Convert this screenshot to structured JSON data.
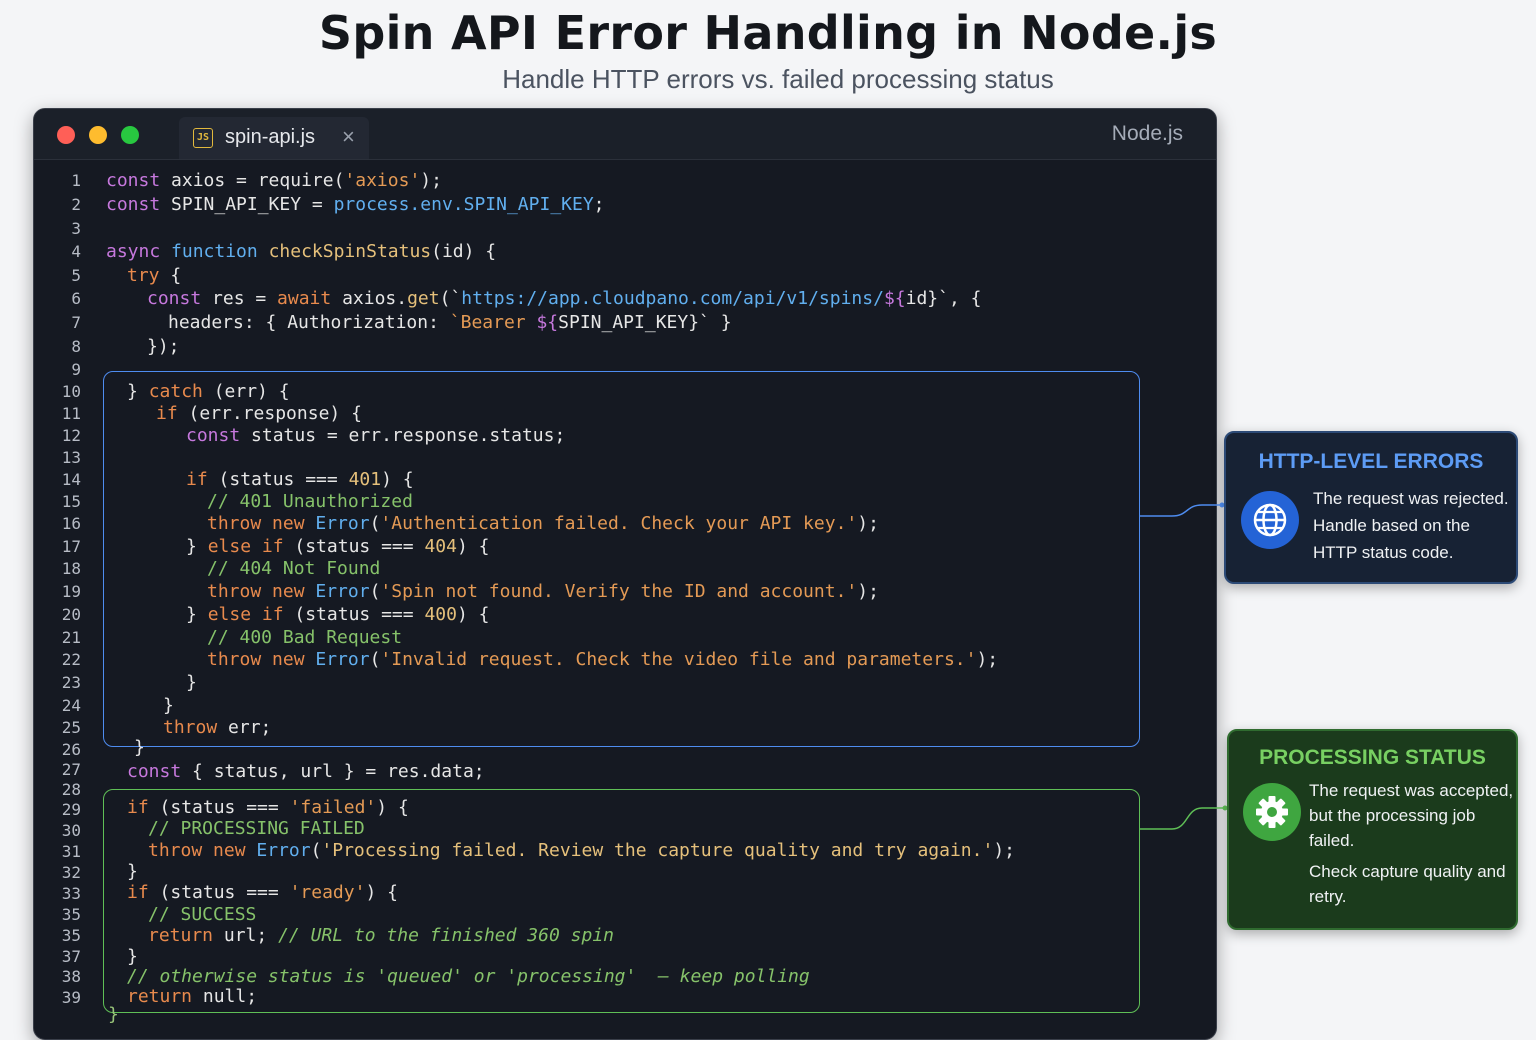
{
  "header": {
    "title": "Spin API Error Handling in Node.js",
    "subtitle": "Handle HTTP errors vs. failed processing status"
  },
  "editor": {
    "tab_badge": "JS",
    "tab_name": "spin-api.js",
    "close_glyph": "×",
    "language": "Node.js",
    "line_numbers": [
      "1",
      "2",
      "3",
      "4",
      "5",
      "6",
      "7",
      "8",
      "9",
      "10",
      "11",
      "12",
      "13",
      "14",
      "15",
      "16",
      "17",
      "18",
      "19",
      "20",
      "21",
      "22",
      "23",
      "24",
      "25",
      "26",
      "27",
      "28",
      "29",
      "30",
      "31",
      "32",
      "33",
      "35",
      "35",
      "37",
      "38",
      "39"
    ]
  },
  "code": {
    "l1_a": "const",
    "l1_b": " axios = require(",
    "l1_c": "'axios'",
    "l1_d": ");",
    "l2_a": "const",
    "l2_b": " SPIN_API_KEY = ",
    "l2_c": "process.env.SPIN_API_KEY",
    "l2_d": ";",
    "l4_a": "async",
    "l4_b": " function",
    "l4_c": " checkSpinStatus",
    "l4_d": "(id) {",
    "l5_a": "try",
    "l5_b": " {",
    "l6_a": "const",
    "l6_b": " res = ",
    "l6_c": "await",
    "l6_d": " axios.",
    "l6_e": "get",
    "l6_f": "(`",
    "l6_g": "https://app.cloudpano.com/api/v1/spins/",
    "l6_h": "${",
    "l6_i": "id}`, {",
    "l7_a": "headers: { Authorization: ",
    "l7_b": "`Bearer ",
    "l7_c": "${",
    "l7_d": "SPIN_API_KEY}` }",
    "l8_a": "});",
    "l10_a": "} ",
    "l10_b": "catch",
    "l10_c": " (err) {",
    "l11_a": "if",
    "l11_b": " (err.response) {",
    "l12_a": "const",
    "l12_b": " status = err.response.status;",
    "l14_a": "if",
    "l14_b": " (status === ",
    "l14_c": "401",
    "l14_d": ") {",
    "l15_a": "// 401 Unauthorized",
    "l16_a": "throw new",
    "l16_b": " Error",
    "l16_c": "(",
    "l16_d": "'Authentication failed. Check your API key.'",
    "l16_e": ");",
    "l17_a": "} ",
    "l17_b": "else if",
    "l17_c": " (status === ",
    "l17_d": "404",
    "l17_e": ") {",
    "l18_a": "// 404 Not Found",
    "l19_a": "throw new",
    "l19_b": " Error",
    "l19_c": "(",
    "l19_d": "'Spin not found. Verify the ID and account.'",
    "l19_e": ");",
    "l20_a": "} ",
    "l20_b": "else if",
    "l20_c": " (status === ",
    "l20_d": "400",
    "l20_e": ") {",
    "l21_a": "// 400 Bad Request",
    "l22_a": "throw new",
    "l22_b": " Error",
    "l22_c": "(",
    "l22_d": "'Invalid request. Check the video file and parameters.'",
    "l22_e": ");",
    "l23_a": "}",
    "l24_a": "}",
    "l25_a": "throw",
    "l25_b": " err;",
    "l26_a": "}",
    "l27_a": "const",
    "l27_b": " { status, url } = res.data;",
    "l29_a": "if",
    "l29_b": " (status === ",
    "l29_c": "'failed'",
    "l29_d": ") {",
    "l30_a": "// PROCESSING FAILED",
    "l31_a": "throw new",
    "l31_b": " Error",
    "l31_c": "(",
    "l31_d": "'Processing failed. Review the capture quality and try again.'",
    "l31_e": ");",
    "l32_a": "}",
    "l33_a": "if",
    "l33_b": " (status === ",
    "l33_c": "'ready'",
    "l33_d": ") {",
    "l34_a": "// SUCCESS",
    "l35_a": "return",
    "l35_b": " url; ",
    "l35_c": "// URL to the finished 360 spin",
    "l36_a": "}",
    "l37_a": "// otherwise status is 'queued' or 'processing'  – keep polling",
    "l38_a": "return",
    "l38_b": " null;",
    "l39_a": "}"
  },
  "cards": {
    "http": {
      "title": "HTTP-LEVEL ERRORS",
      "icon": "globe-icon",
      "text": "The request was rejected. Handle based on the HTTP status code."
    },
    "processing": {
      "title": "PROCESSING STATUS",
      "icon": "gear-icon",
      "text": "The request was accepted, but the processing job failed.",
      "text2": "Check capture quality and retry."
    }
  },
  "colors": {
    "http_accent": "#4e8cf0",
    "processing_accent": "#5fbf56",
    "editor_bg": "#151922"
  }
}
